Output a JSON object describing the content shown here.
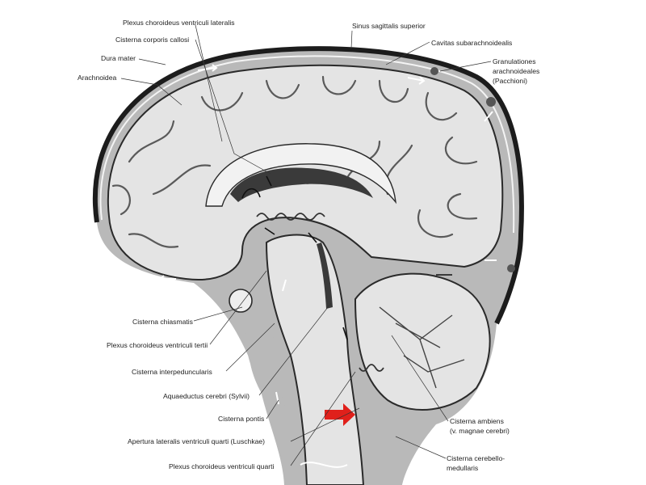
{
  "labels": {
    "plexus_lateralis": "Plexus choroideus ventriculi lateralis",
    "cisterna_corporis": "Cisterna corporis callosi",
    "dura_mater": "Dura mater",
    "arachnoidea": "Arachnoidea",
    "sinus_sagittalis": "Sinus sagittalis superior",
    "cavitas_subarachnoidealis": "Cavitas subarachnoidealis",
    "granulationes_1": "Granulationes",
    "granulationes_2": "arachnoideales",
    "granulationes_3": "(Pacchioni)",
    "cisterna_chiasmatis": "Cisterna chiasmatis",
    "plexus_tertii": "Plexus choroideus ventriculi tertii",
    "cisterna_interpeduncularis": "Cisterna interpeduncularis",
    "aquaeductus": "Aquaeductus cerebri (Sylvii)",
    "cisterna_pontis": "Cisterna pontis",
    "apertura_lateralis": "Apertura lateralis ventriculi quarti (Luschkae)",
    "plexus_quarti": "Plexus choroideus ventriculi quarti",
    "cisterna_ambiens_1": "Cisterna ambiens",
    "cisterna_ambiens_2": "(v. magnae cerebri)",
    "cisterna_cerebello_1": "Cisterna cerebello-",
    "cisterna_cerebello_2": "medullaris"
  },
  "colors": {
    "pointer_arrow": "#e0201b",
    "tissue": "#e4e4e4",
    "csf_space": "#b9b9b9",
    "outline": "#2a2a2a"
  }
}
